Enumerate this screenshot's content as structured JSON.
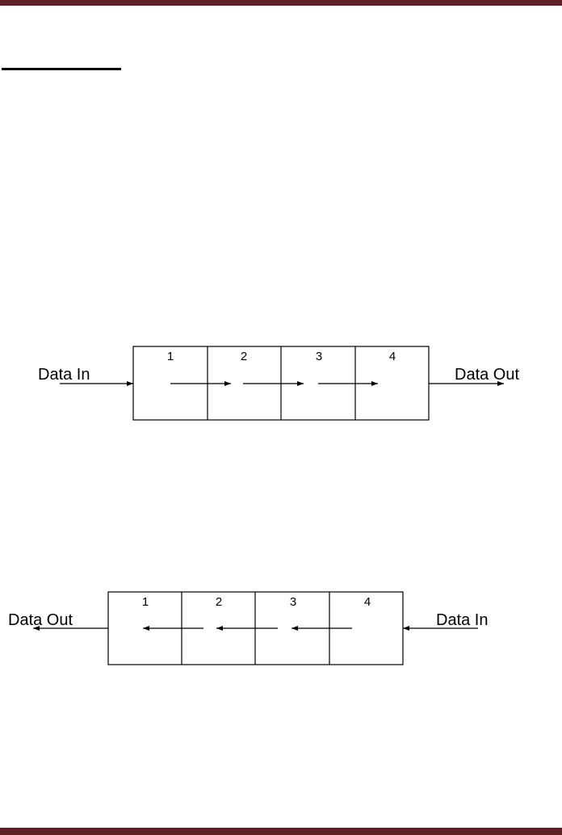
{
  "page": {
    "header_bar_color": "#5e2025",
    "footer_bar_color": "#5e2025",
    "heading_underline": true
  },
  "diagrams": [
    {
      "id": "shift-right",
      "cells": [
        "1",
        "2",
        "3",
        "4"
      ],
      "input_label": "Data In",
      "output_label": "Data Out",
      "direction": "left-to-right"
    },
    {
      "id": "shift-left",
      "cells": [
        "1",
        "2",
        "3",
        "4"
      ],
      "input_label": "Data In",
      "output_label": "Data Out",
      "direction": "right-to-left"
    }
  ]
}
